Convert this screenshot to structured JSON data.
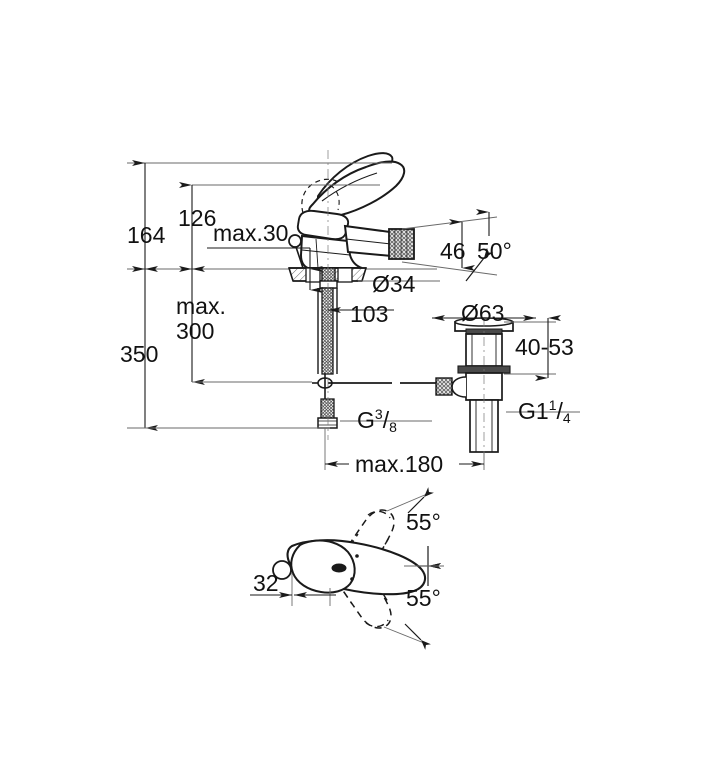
{
  "drawing": {
    "type": "technical-dimension-drawing",
    "subject": "single-lever bidet mixer with pop-up waste",
    "units": "mm",
    "views": [
      {
        "name": "side-elevation",
        "position": "top"
      },
      {
        "name": "top-plan",
        "position": "bottom"
      }
    ]
  },
  "dimensions": {
    "height_164": "164",
    "height_126": "126",
    "max_30": "max.30",
    "max_300_line1": "max.",
    "max_300_line2": "300",
    "height_350": "350",
    "spout_46": "46",
    "angle_50": "50°",
    "diameter_34": "Ø34",
    "projection_103": "103",
    "diameter_63": "Ø63",
    "range_40_53": "40-53",
    "thread_G38_main": "G",
    "thread_G38_num": "3",
    "thread_G38_slash": "/",
    "thread_G38_den": "8",
    "thread_G114_main": "G1",
    "thread_G114_num": "1",
    "thread_G114_slash": "/",
    "thread_G114_den": "4",
    "max_180": "max.180",
    "offset_32": "32",
    "angle_55_upper": "55°",
    "angle_55_lower": "55°"
  },
  "colors": {
    "line": "#1a1a1a",
    "thin_line": "#3a3a3a",
    "background": "#ffffff",
    "hatch": "#444444"
  }
}
